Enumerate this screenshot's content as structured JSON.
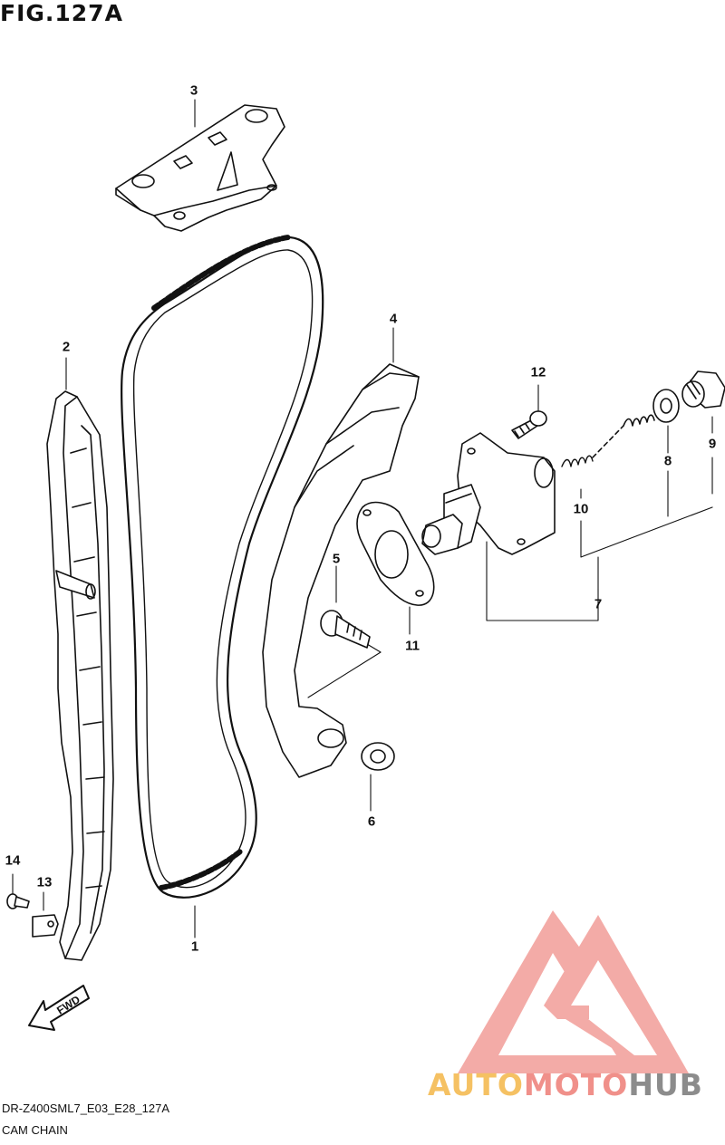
{
  "figure": {
    "title": "FIG.127A"
  },
  "callouts": {
    "c1": "1",
    "c2": "2",
    "c3": "3",
    "c4": "4",
    "c5": "5",
    "c6": "6",
    "c7": "7",
    "c8": "8",
    "c9": "9",
    "c10": "10",
    "c11": "11",
    "c12": "12",
    "c13": "13",
    "c14": "14"
  },
  "fwd_label": "FWD",
  "footer": {
    "code": "DR-Z400SML7_E03_E28_127A",
    "name": "CAM CHAIN"
  },
  "watermark": {
    "part1": "AUTO",
    "part2": "MOTO",
    "part3": "HUB",
    "colors": {
      "auto": "#f5c163",
      "moto": "#f0908a",
      "hub": "#8c8c8c"
    }
  }
}
